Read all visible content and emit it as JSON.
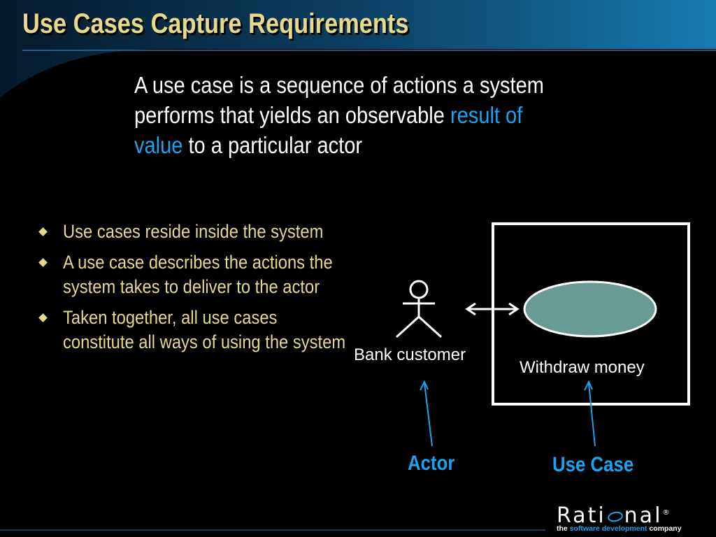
{
  "slide": {
    "title": "Use Cases Capture Requirements",
    "definition": {
      "part1": "A use case is a sequence of actions a system performs that yields an observable ",
      "highlight": "result of value",
      "part2": " to a particular actor"
    },
    "bullets": [
      "Use cases reside inside the system",
      "A use case describes the actions the system takes to deliver to the actor",
      "Taken together, all use cases constitute all ways of using the system"
    ]
  },
  "diagram": {
    "actor_name": "Bank customer",
    "use_case_name": "Withdraw money",
    "callout_actor": "Actor",
    "callout_use_case": "Use Case"
  },
  "logo": {
    "word_start": "Rati",
    "word_end": "nal",
    "registered": "®",
    "tagline_start": "the ",
    "tagline_mid": "software development",
    "tagline_end": " company"
  },
  "colors": {
    "title": "#e6d98c",
    "highlight": "#1aa3ee",
    "use_case_fill": "#6a9a94",
    "header_accent": "#0f5a86"
  }
}
